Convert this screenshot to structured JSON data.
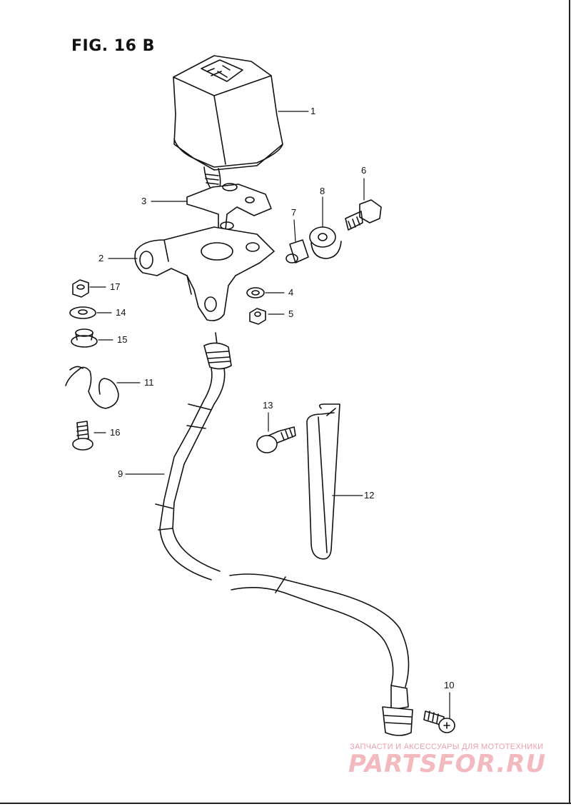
{
  "figure": {
    "title": "FIG. 16 B"
  },
  "callouts": {
    "c1": "1",
    "c2": "2",
    "c3": "3",
    "c4": "4",
    "c5": "5",
    "c6": "6",
    "c7": "7",
    "c8": "8",
    "c9": "9",
    "c10": "10",
    "c11": "11",
    "c12": "12",
    "c13": "13",
    "c14": "14",
    "c15": "15",
    "c16": "16",
    "c17": "17"
  },
  "watermark": {
    "tagline": "ЗАПЧАСТИ И АКСЕССУАРЫ ДЛЯ МОТОТЕХНИКИ",
    "brand": "PARTSFOR.RU"
  },
  "colors": {
    "line": "#111111",
    "watermark": "#f2b9bf"
  }
}
